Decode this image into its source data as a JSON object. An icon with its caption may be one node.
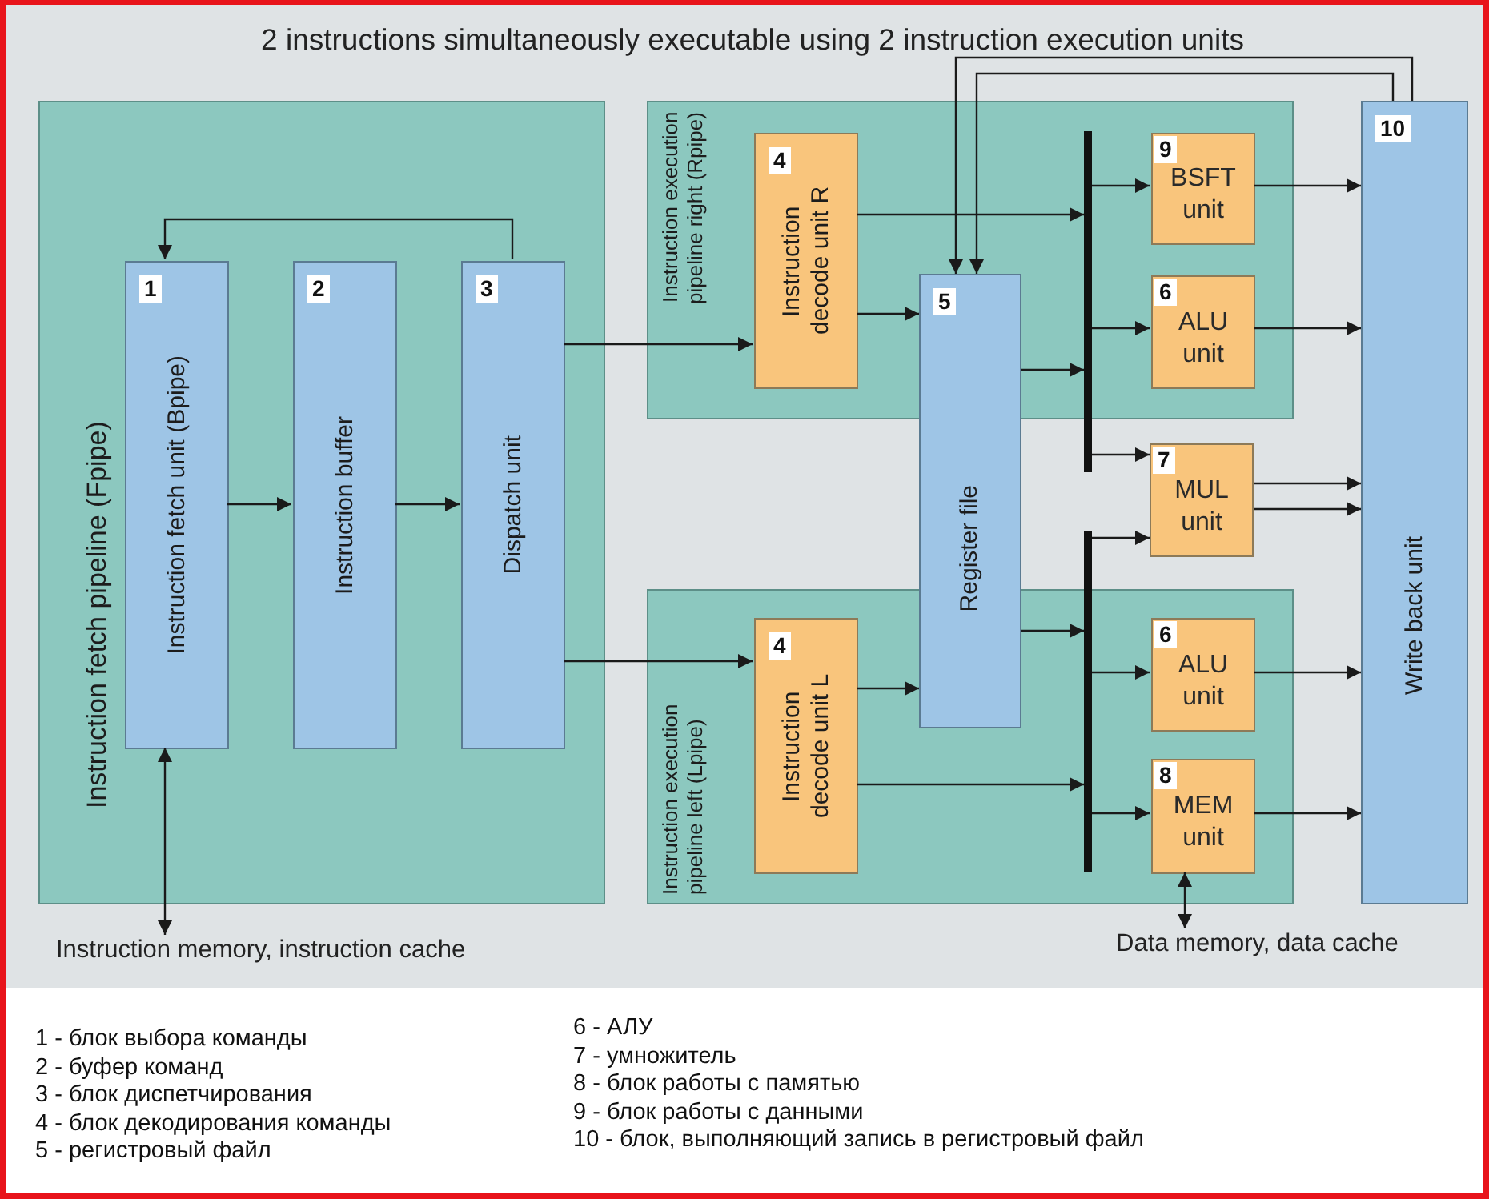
{
  "diagram": {
    "title": "2 instructions simultaneously executable using 2 instruction execution units",
    "nodes": [
      {
        "text": [
          "Instruction fetch pipeline (Fpipe)"
        ]
      },
      {
        "text": [
          "1",
          "Instruction fetch unit (Bpipe)"
        ],
        "in": 0
      },
      {
        "text": [
          "2",
          "Instruction buffer"
        ],
        "in": 0
      },
      {
        "text": [
          "3",
          "Dispatch unit"
        ],
        "in": 0
      },
      {
        "text": [
          "Instruction execution pipeline right (Rpipe)"
        ]
      },
      {
        "text": [
          "4",
          "Instruction decode unit R"
        ],
        "in": 4
      },
      {
        "text": [
          "5",
          "Register file"
        ]
      },
      {
        "text": [],
        "shape": "bar"
      },
      {
        "text": [
          "9",
          "BSFT unit"
        ],
        "in": 4
      },
      {
        "text": [
          "6",
          "ALU unit"
        ],
        "in": 4
      },
      {
        "text": [
          "7",
          "MUL unit"
        ]
      },
      {
        "text": [
          "10",
          "Write back unit"
        ]
      },
      {
        "text": [
          "Instruction execution pipeline left (Lpipe)"
        ]
      },
      {
        "text": [
          "4",
          "Instruction decode unit L"
        ],
        "in": 12
      },
      {
        "text": [],
        "shape": "bar"
      },
      {
        "text": [
          "6",
          "ALU unit"
        ],
        "in": 12
      },
      {
        "text": [
          "8",
          "MEM unit"
        ],
        "in": 12
      },
      {
        "text": [
          "Instruction memory, instruction cache"
        ]
      },
      {
        "text": [
          "Data memory, data cache"
        ]
      }
    ],
    "edges": [
      {
        "from": 3,
        "to": 1,
        "arrow": "to"
      },
      {
        "from": 1,
        "to": 2,
        "arrow": "to"
      },
      {
        "from": 2,
        "to": 3,
        "arrow": "to"
      },
      {
        "from": 1,
        "to": 17,
        "arrow": "both"
      },
      {
        "from": 3,
        "to": 5,
        "arrow": "to"
      },
      {
        "from": 3,
        "to": 13,
        "arrow": "to"
      },
      {
        "from": 5,
        "to": 7,
        "arrow": "to"
      },
      {
        "from": 5,
        "to": 6,
        "arrow": "to"
      },
      {
        "from": 6,
        "to": 7,
        "arrow": "to"
      },
      {
        "from": 7,
        "to": 8,
        "arrow": "to"
      },
      {
        "from": 7,
        "to": 9,
        "arrow": "to"
      },
      {
        "from": 7,
        "to": 10,
        "arrow": "to"
      },
      {
        "from": 11,
        "to": 6,
        "arrow": "to"
      },
      {
        "from": 11,
        "to": 6,
        "arrow": "to"
      },
      {
        "from": 8,
        "to": 11,
        "arrow": "to"
      },
      {
        "from": 9,
        "to": 11,
        "arrow": "to"
      },
      {
        "from": 10,
        "to": 11,
        "arrow": "to"
      },
      {
        "from": 10,
        "to": 11,
        "arrow": "to"
      },
      {
        "from": 14,
        "to": 10,
        "arrow": "to"
      },
      {
        "from": 6,
        "to": 14,
        "arrow": "to"
      },
      {
        "from": 13,
        "to": 6,
        "arrow": "to"
      },
      {
        "from": 13,
        "to": 14,
        "arrow": "to"
      },
      {
        "from": 14,
        "to": 15,
        "arrow": "to"
      },
      {
        "from": 14,
        "to": 16,
        "arrow": "to"
      },
      {
        "from": 15,
        "to": 11,
        "arrow": "to"
      },
      {
        "from": 16,
        "to": 11,
        "arrow": "to"
      },
      {
        "from": 16,
        "to": 18,
        "arrow": "both"
      }
    ],
    "labels": [
      "1 - блок выбора команды",
      "2 - буфер команд",
      "3 - блок диспетчирования",
      "4 - блок декодирования команды",
      "5 - регистровый файл",
      "6 - АЛУ",
      "7 - умножитель",
      "8 - блок работы с памятью",
      "9 - блок работы с данными",
      "10 - блок, выполняющий запись в регистровый файл"
    ]
  }
}
